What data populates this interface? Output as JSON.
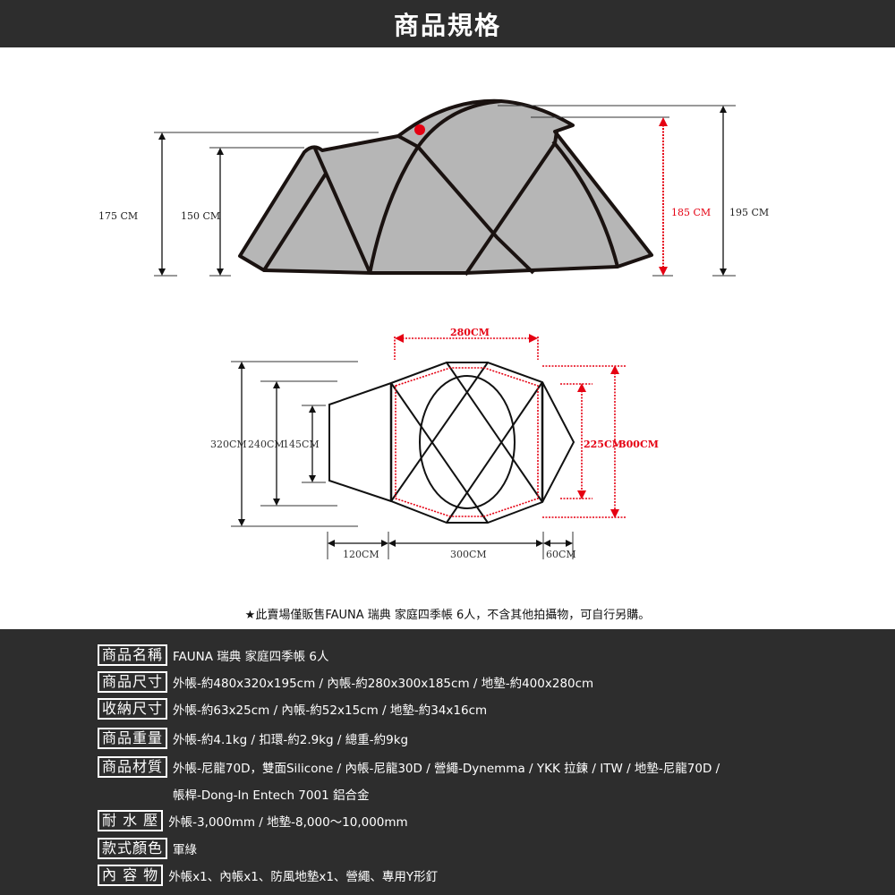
{
  "header": {
    "title": "商品規格"
  },
  "diagram_side": {
    "labels": {
      "h175": "175 CM",
      "h150": "150 CM",
      "h185": "185 CM",
      "h195": "195 CM"
    },
    "colors": {
      "tent_fill": "#b6b6b6",
      "pole": "#1a1210",
      "accent": "#e50012"
    }
  },
  "diagram_top": {
    "labels": {
      "w280": "280CM",
      "w320": "320CM",
      "w240": "240CM",
      "w145": "145CM",
      "w225": "225CM",
      "w300v": "300CM",
      "l120": "120CM",
      "l300": "300CM",
      "l60": "60CM"
    }
  },
  "note": "★此賣場僅販售FAUNA 瑞典 家庭四季帳 6人，不含其他拍攝物，可自行另購。",
  "specs": [
    {
      "key": "商品名稱",
      "value": "FAUNA 瑞典 家庭四季帳 6人"
    },
    {
      "key": "商品尺寸",
      "value": "外帳-約480x320x195cm / 內帳-約280x300x185cm / 地墊-約400x280cm"
    },
    {
      "key": "收納尺寸",
      "value": "外帳-約63x25cm / 內帳-約52x15cm / 地墊-約34x16cm"
    },
    {
      "key": "商品重量",
      "value": "外帳-約4.1kg / 扣環-約2.9kg / 總重-約9kg"
    },
    {
      "key": "商品材質",
      "value": "外帳-尼龍70D，雙面Silicone / 內帳-尼龍30D / 營繩-Dynemma / YKK 拉鍊 / ITW / 地墊-尼龍70D /",
      "continuation": "帳桿-Dong-In Entech 7001 鋁合金"
    },
    {
      "key": "耐 水 壓",
      "value": "外帳-3,000mm / 地墊-8,000～10,000mm"
    },
    {
      "key": "款式顏色",
      "value": "軍綠"
    },
    {
      "key": "內 容 物",
      "value": "外帳x1、內帳x1、防風地墊x1、營繩、專用Y形釘"
    }
  ]
}
